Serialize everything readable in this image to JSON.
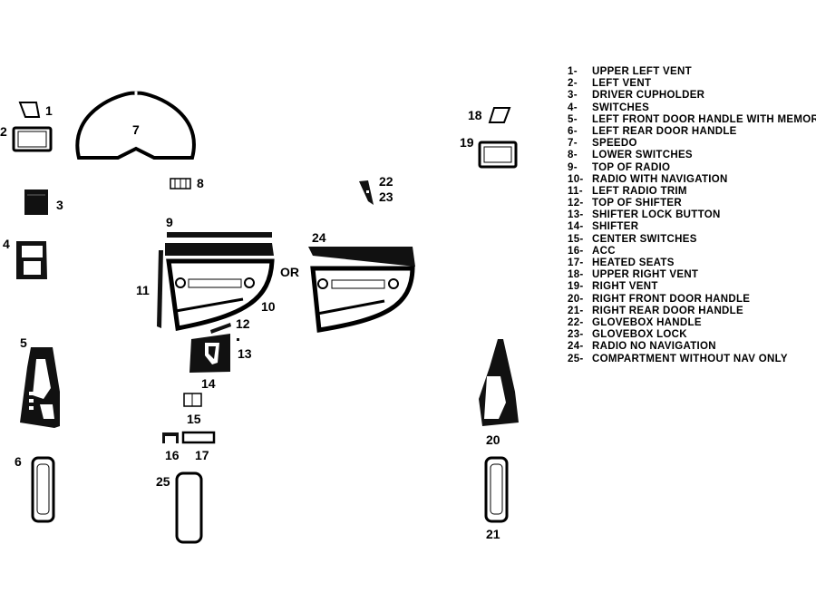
{
  "diagram": {
    "callouts": [
      "1",
      "2",
      "3",
      "4",
      "5",
      "6",
      "7",
      "8",
      "9",
      "10",
      "11",
      "12",
      "13",
      "14",
      "15",
      "16",
      "17",
      "18",
      "19",
      "20",
      "21",
      "22",
      "23",
      "24",
      "25"
    ],
    "or_label": "OR",
    "legend": [
      {
        "num": "1-",
        "text": "UPPER LEFT VENT"
      },
      {
        "num": "2-",
        "text": "LEFT VENT"
      },
      {
        "num": "3-",
        "text": "DRIVER CUPHOLDER"
      },
      {
        "num": "4-",
        "text": "SWITCHES"
      },
      {
        "num": "5-",
        "text": "LEFT FRONT DOOR HANDLE WITH MEMORY"
      },
      {
        "num": "6-",
        "text": "LEFT REAR DOOR HANDLE"
      },
      {
        "num": "7-",
        "text": "SPEEDO"
      },
      {
        "num": "8-",
        "text": "LOWER SWITCHES"
      },
      {
        "num": "9-",
        "text": "TOP OF RADIO"
      },
      {
        "num": "10-",
        "text": "RADIO WITH  NAVIGATION"
      },
      {
        "num": "11-",
        "text": "LEFT RADIO TRIM"
      },
      {
        "num": "12-",
        "text": "TOP OF SHIFTER"
      },
      {
        "num": "13-",
        "text": "SHIFTER LOCK BUTTON"
      },
      {
        "num": "14-",
        "text": "SHIFTER"
      },
      {
        "num": "15-",
        "text": "CENTER SWITCHES"
      },
      {
        "num": "16-",
        "text": "ACC"
      },
      {
        "num": "17-",
        "text": "HEATED SEATS"
      },
      {
        "num": "18-",
        "text": "UPPER RIGHT VENT"
      },
      {
        "num": "19-",
        "text": "RIGHT VENT"
      },
      {
        "num": "20-",
        "text": "RIGHT FRONT DOOR HANDLE"
      },
      {
        "num": "21-",
        "text": "RIGHT REAR DOOR HANDLE"
      },
      {
        "num": "22-",
        "text": "GLOVEBOX HANDLE"
      },
      {
        "num": "23-",
        "text": "GLOVEBOX LOCK"
      },
      {
        "num": "24-",
        "text": "RADIO NO NAVIGATION"
      },
      {
        "num": "25-",
        "text": "COMPARTMENT WITHOUT NAV ONLY"
      }
    ]
  }
}
